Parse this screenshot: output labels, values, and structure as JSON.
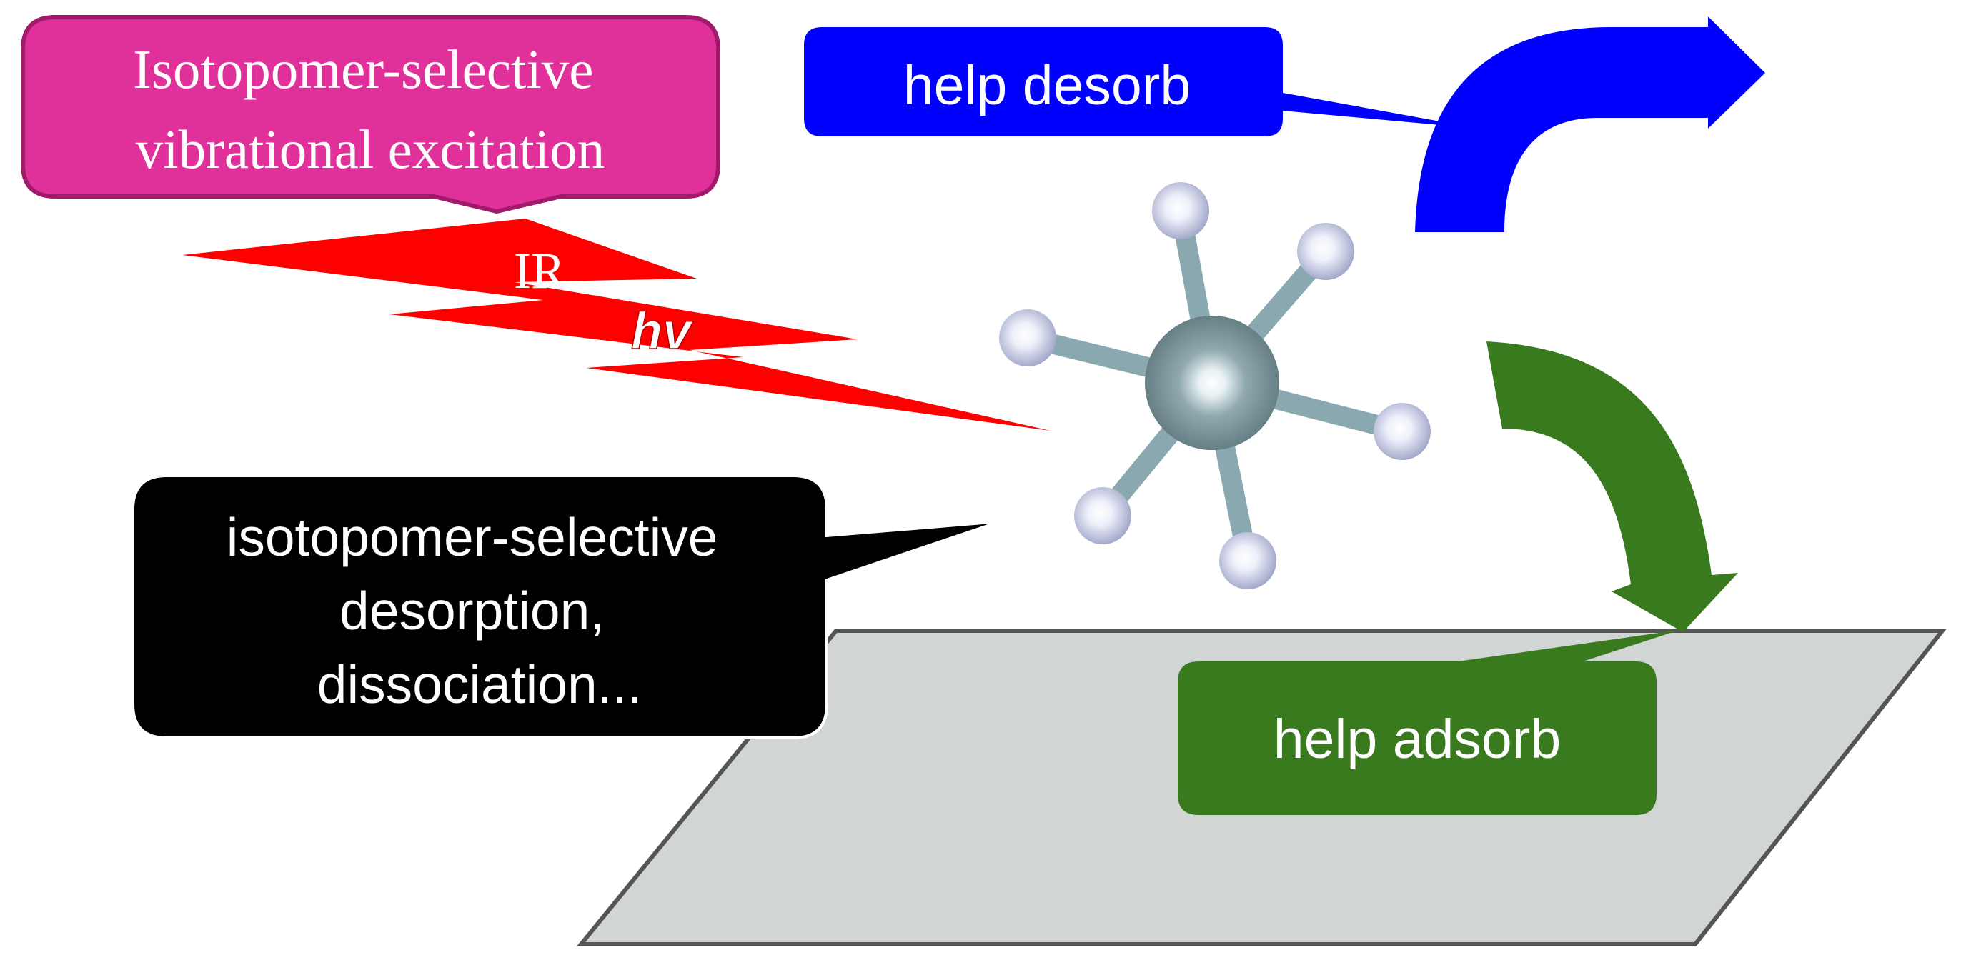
{
  "callouts": {
    "excitation": {
      "line1": "Isotopomer-selective",
      "line2": "vibrational excitation"
    },
    "desorb": "help desorb",
    "adsorb": "help adsorb",
    "effect": {
      "line1": "isotopomer-selective",
      "line2": "desorption,",
      "line3": "dissociation..."
    }
  },
  "beam": {
    "label": "IR",
    "symbol": "hv"
  },
  "colors": {
    "excitation_box": "#e0309a",
    "excitation_border": "#a11a6c",
    "ir_beam": "#ff0000",
    "desorb": "#0000ff",
    "adsorb": "#3a7a1f",
    "effect_box": "#000000",
    "surface": "#d1d5d4",
    "surface_edge": "#555555",
    "central_atom": "#7f9aa1",
    "ligand_atom": "#c9cde6",
    "bond": "#8aa8b0"
  },
  "icons": {
    "molecule": "octahedral-molecule-icon",
    "desorb_arrow": "curved-up-arrow-icon",
    "adsorb_arrow": "curved-down-arrow-icon",
    "beam": "lightning-beam-icon"
  }
}
